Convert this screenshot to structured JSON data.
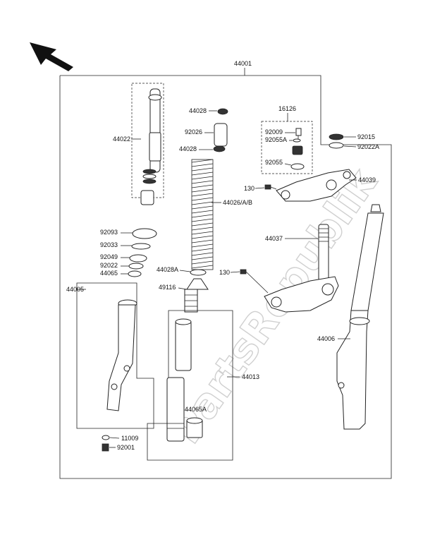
{
  "watermark": "PartsRepublik",
  "labels": {
    "l44001": "44001",
    "l44028_top": "44028",
    "l44022": "44022",
    "l92026": "92026",
    "l44028_mid": "44028",
    "l16126": "16126",
    "l92009": "92009",
    "l92055A": "92055A",
    "l92055": "92055",
    "l92015": "92015",
    "l92022A": "92022A",
    "l130_top": "130",
    "l44039": "44039",
    "l44026": "44026/A/B",
    "l92093": "92093",
    "l92033": "92033",
    "l44037": "44037",
    "l92049": "92049",
    "l92022": "92022",
    "l44065": "44065",
    "l44028A": "44028A",
    "l130_mid": "130",
    "l49116": "49116",
    "l44005": "44005",
    "l44006": "44006",
    "l44013": "44013",
    "l44065A": "44065A",
    "l11009": "11009",
    "l92001": "92001"
  }
}
